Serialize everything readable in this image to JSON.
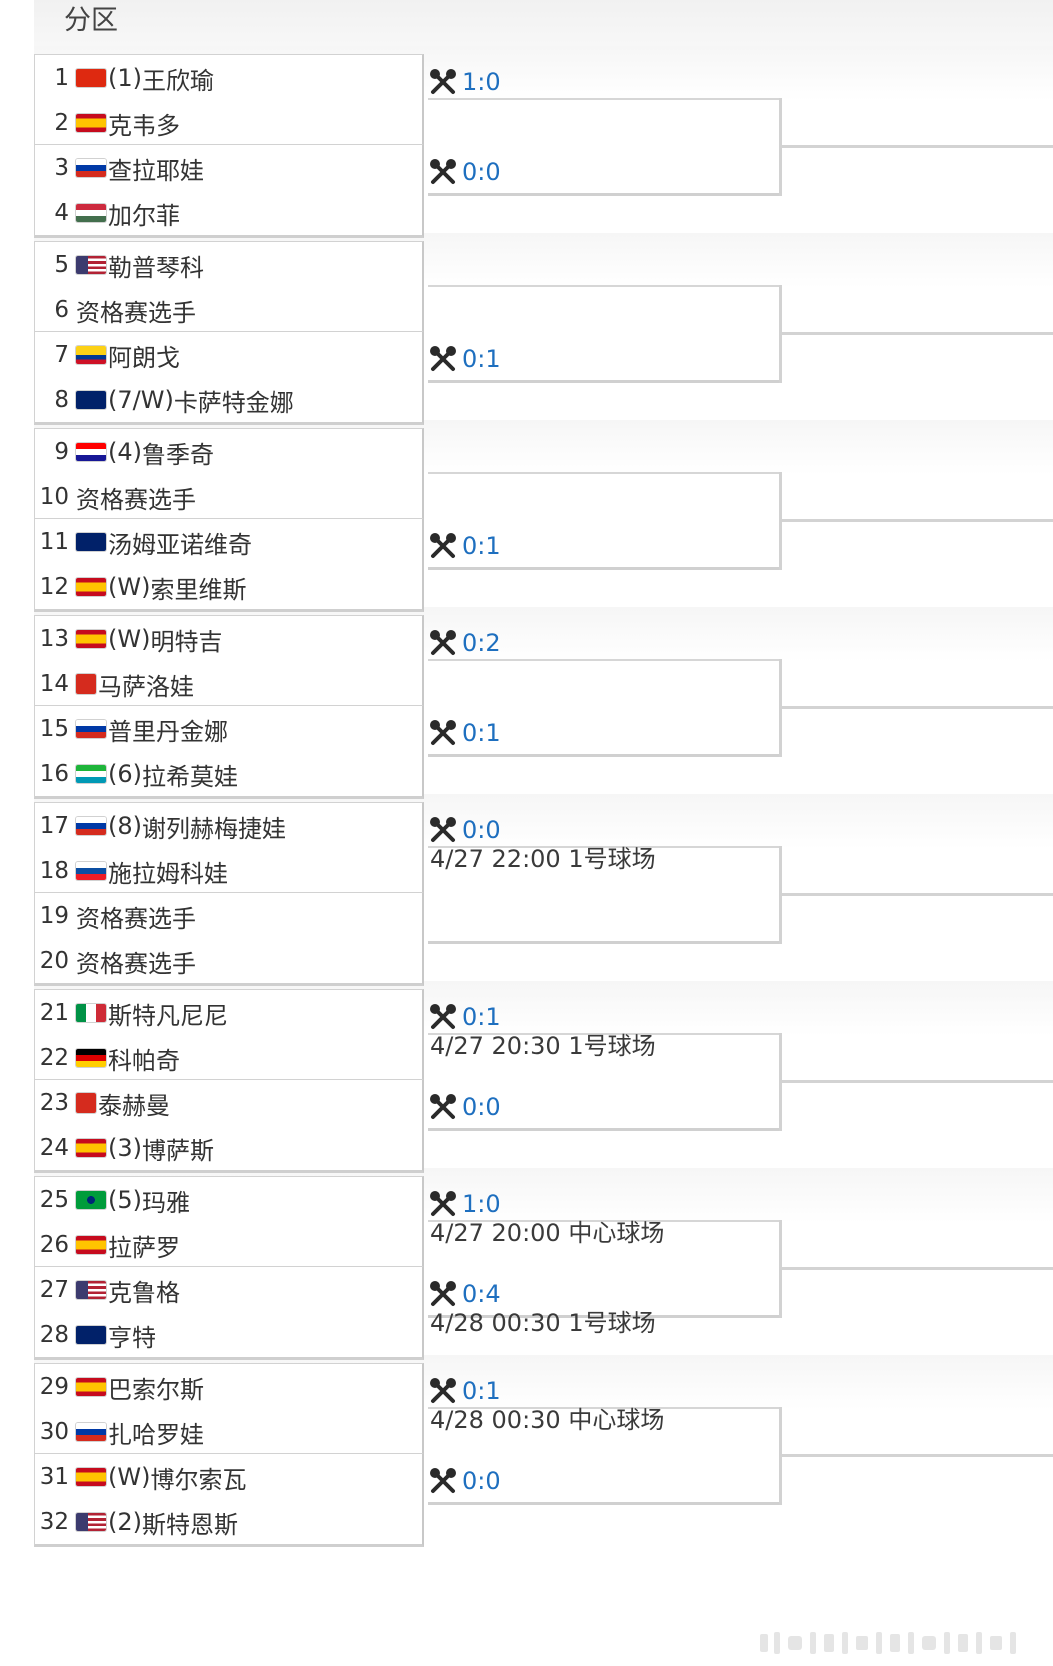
{
  "header": {
    "title": "分区"
  },
  "colors": {
    "link_blue": "#1e6fbf",
    "text": "#333333",
    "border": "#d2d2d2",
    "band_shade": "#f6f6f6"
  },
  "icons": {
    "head_to_head": "crossed-rackets-icon"
  },
  "entries": [
    {
      "num": "1",
      "flag": "china",
      "seed": "(1)",
      "name": "王欣瑜"
    },
    {
      "num": "2",
      "flag": "spain",
      "seed": "",
      "name": "克韦多"
    },
    {
      "num": "3",
      "flag": "russia",
      "seed": "",
      "name": "查拉耶娃"
    },
    {
      "num": "4",
      "flag": "hungary",
      "seed": "",
      "name": "加尔菲"
    },
    {
      "num": "5",
      "flag": "usa",
      "seed": "",
      "name": "勒普琴科"
    },
    {
      "num": "6",
      "flag": "",
      "seed": "",
      "name": "资格赛选手"
    },
    {
      "num": "7",
      "flag": "colombia",
      "seed": "",
      "name": "阿朗戈"
    },
    {
      "num": "8",
      "flag": "australia",
      "seed": "(7/W)",
      "name": "卡萨特金娜"
    },
    {
      "num": "9",
      "flag": "croatia",
      "seed": "(4)",
      "name": "鲁季奇"
    },
    {
      "num": "10",
      "flag": "",
      "seed": "",
      "name": "资格赛选手"
    },
    {
      "num": "11",
      "flag": "australia",
      "seed": "",
      "name": "汤姆亚诺维奇"
    },
    {
      "num": "12",
      "flag": "spain",
      "seed": "(W)",
      "name": "索里维斯"
    },
    {
      "num": "13",
      "flag": "spain",
      "seed": "(W)",
      "name": "明特吉"
    },
    {
      "num": "14",
      "flag": "switzerland",
      "seed": "",
      "name": "马萨洛娃"
    },
    {
      "num": "15",
      "flag": "russia",
      "seed": "",
      "name": "普里丹金娜"
    },
    {
      "num": "16",
      "flag": "uzbekistan",
      "seed": "(6)",
      "name": "拉希莫娃"
    },
    {
      "num": "17",
      "flag": "russia",
      "seed": "(8)",
      "name": "谢列赫梅捷娃"
    },
    {
      "num": "18",
      "flag": "slovakia",
      "seed": "",
      "name": "施拉姆科娃"
    },
    {
      "num": "19",
      "flag": "",
      "seed": "",
      "name": "资格赛选手"
    },
    {
      "num": "20",
      "flag": "",
      "seed": "",
      "name": "资格赛选手"
    },
    {
      "num": "21",
      "flag": "italy",
      "seed": "",
      "name": "斯特凡尼尼"
    },
    {
      "num": "22",
      "flag": "germany",
      "seed": "",
      "name": "科帕奇"
    },
    {
      "num": "23",
      "flag": "switzerland",
      "seed": "",
      "name": "泰赫曼"
    },
    {
      "num": "24",
      "flag": "spain",
      "seed": "(3)",
      "name": "博萨斯"
    },
    {
      "num": "25",
      "flag": "brazil",
      "seed": "(5)",
      "name": "玛雅"
    },
    {
      "num": "26",
      "flag": "spain",
      "seed": "",
      "name": "拉萨罗"
    },
    {
      "num": "27",
      "flag": "usa",
      "seed": "",
      "name": "克鲁格"
    },
    {
      "num": "28",
      "flag": "australia",
      "seed": "",
      "name": "亨特"
    },
    {
      "num": "29",
      "flag": "spain",
      "seed": "",
      "name": "巴索尔斯"
    },
    {
      "num": "30",
      "flag": "russia",
      "seed": "",
      "name": "扎哈罗娃"
    },
    {
      "num": "31",
      "flag": "spain",
      "seed": "(W)",
      "name": "博尔索瓦"
    },
    {
      "num": "32",
      "flag": "usa",
      "seed": "(2)",
      "name": "斯特恩斯"
    }
  ],
  "matches": [
    {
      "score": "1:0",
      "schedule": ""
    },
    {
      "score": "0:0",
      "schedule": ""
    },
    {
      "score": "",
      "schedule": ""
    },
    {
      "score": "0:1",
      "schedule": ""
    },
    {
      "score": "",
      "schedule": ""
    },
    {
      "score": "0:1",
      "schedule": ""
    },
    {
      "score": "0:2",
      "schedule": ""
    },
    {
      "score": "0:1",
      "schedule": ""
    },
    {
      "score": "0:0",
      "schedule": "4/27 22:00 1号球场"
    },
    {
      "score": "",
      "schedule": ""
    },
    {
      "score": "0:1",
      "schedule": "4/27 20:30 1号球场"
    },
    {
      "score": "0:0",
      "schedule": ""
    },
    {
      "score": "1:0",
      "schedule": "4/27 20:00 中心球场"
    },
    {
      "score": "0:4",
      "schedule": "4/28 00:30 1号球场"
    },
    {
      "score": "0:1",
      "schedule": "4/28 00:30 中心球场"
    },
    {
      "score": "0:0",
      "schedule": ""
    }
  ]
}
